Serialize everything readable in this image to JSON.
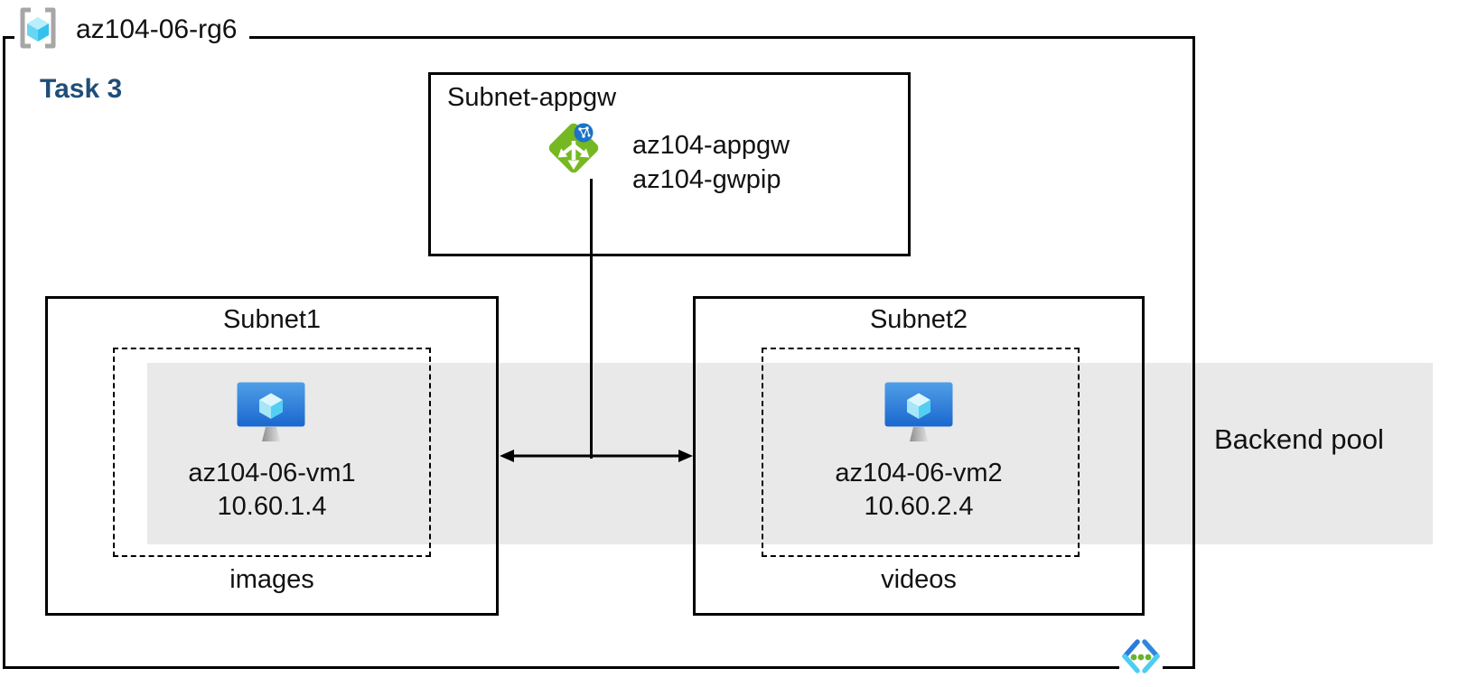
{
  "diagram": {
    "resource_group": {
      "label": "az104-06-rg6",
      "icon": "resource-group-cube-icon"
    },
    "task_label": "Task 3",
    "appgw_subnet": {
      "title": "Subnet-appgw",
      "icon": "application-gateway-icon",
      "gateway_name": "az104-appgw",
      "gateway_public_ip": "az104-gwpip"
    },
    "subnet1": {
      "title": "Subnet1",
      "icon": "virtual-machine-icon",
      "vm_name": "az104-06-vm1",
      "vm_ip": "10.60.1.4",
      "container_label": "images"
    },
    "subnet2": {
      "title": "Subnet2",
      "icon": "virtual-machine-icon",
      "vm_name": "az104-06-vm2",
      "vm_ip": "10.60.2.4",
      "container_label": "videos"
    },
    "backend_pool": {
      "label": "Backend pool"
    },
    "footer_icon": "virtual-network-icon",
    "colors": {
      "task_label": "#1f4e79",
      "backend_pool_band": "#e9e9e9",
      "appgw_green": "#76b821",
      "globe_blue": "#1a73c8",
      "vm_screen_top": "#4f9fe8",
      "vm_screen_bottom": "#1a67ce",
      "cube_cyan": "#50c8f0",
      "bracket_gray": "#a6a6a6",
      "vnet_dark_blue": "#2b7cd9",
      "vnet_cyan": "#4ecdf2",
      "vnet_dot_green": "#67b32a",
      "line_black": "#000000"
    }
  }
}
